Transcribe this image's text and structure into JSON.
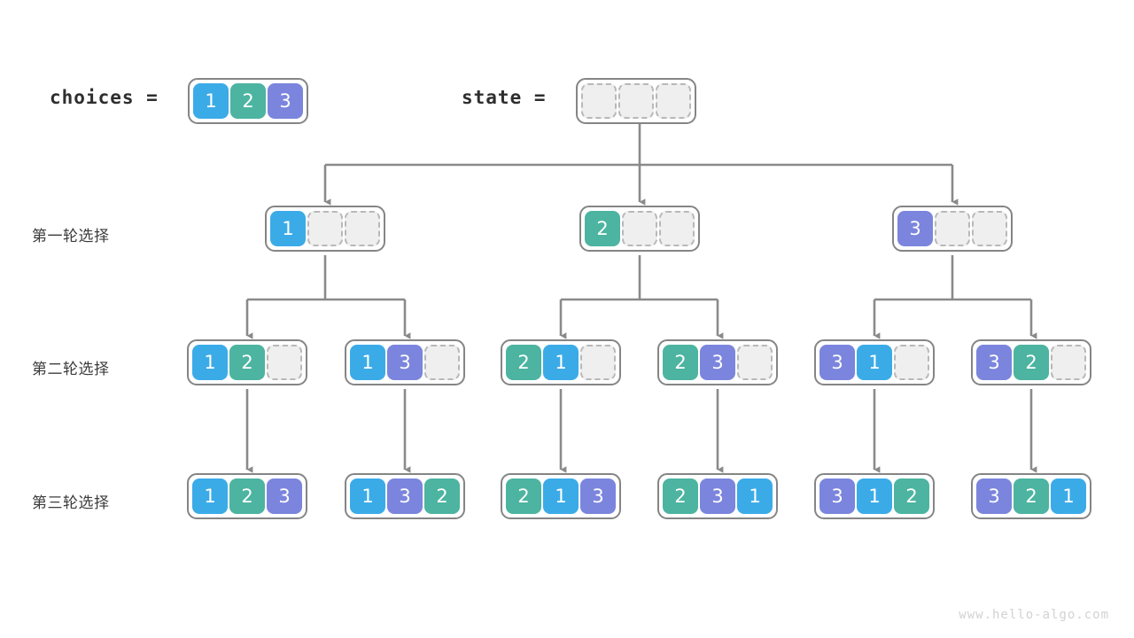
{
  "diagram": {
    "title": "permutations-backtracking-tree",
    "watermark": "www.hello-algo.com",
    "colors": {
      "value_1": "#3babe8",
      "value_2": "#4cb4a0",
      "value_3": "#7b85dd",
      "empty_cell": "#efefef",
      "empty_border": "#b8b8b8",
      "box_border": "#858585",
      "edge": "#8a8a8a",
      "label_text": "#3c3c3c",
      "watermark_text": "#d2d2d2"
    }
  },
  "variables": {
    "choices_label": "choices =",
    "choices_values": [
      "1",
      "2",
      "3"
    ],
    "state_label": "state =",
    "state_values": [
      "",
      "",
      ""
    ]
  },
  "row_labels": [
    "第一轮选择",
    "第二轮选择",
    "第三轮选择"
  ],
  "levels": {
    "round1": [
      {
        "cells": [
          "1",
          "",
          ""
        ]
      },
      {
        "cells": [
          "2",
          "",
          ""
        ]
      },
      {
        "cells": [
          "3",
          "",
          ""
        ]
      }
    ],
    "round2": [
      {
        "cells": [
          "1",
          "2",
          ""
        ]
      },
      {
        "cells": [
          "1",
          "3",
          ""
        ]
      },
      {
        "cells": [
          "2",
          "1",
          ""
        ]
      },
      {
        "cells": [
          "2",
          "3",
          ""
        ]
      },
      {
        "cells": [
          "3",
          "1",
          ""
        ]
      },
      {
        "cells": [
          "3",
          "2",
          ""
        ]
      }
    ],
    "round3": [
      {
        "cells": [
          "1",
          "2",
          "3"
        ]
      },
      {
        "cells": [
          "1",
          "3",
          "2"
        ]
      },
      {
        "cells": [
          "2",
          "1",
          "3"
        ]
      },
      {
        "cells": [
          "2",
          "3",
          "1"
        ]
      },
      {
        "cells": [
          "3",
          "1",
          "2"
        ]
      },
      {
        "cells": [
          "3",
          "2",
          "1"
        ]
      }
    ]
  }
}
